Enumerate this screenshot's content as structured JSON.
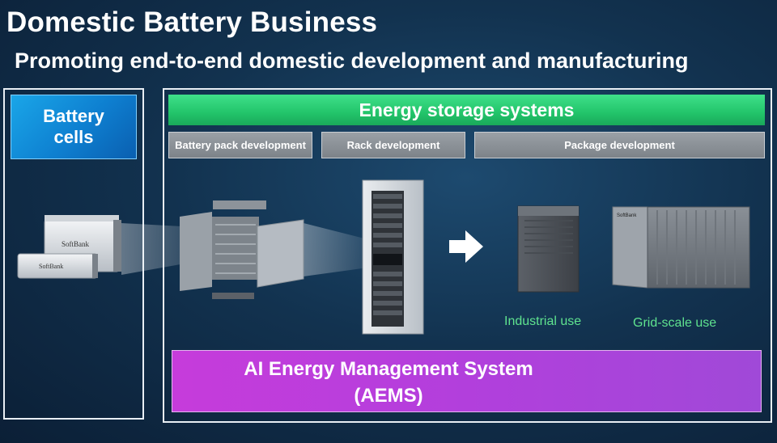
{
  "header": {
    "title": "Domestic Battery Business",
    "subtitle": "Promoting end-to-end domestic development and manufacturing"
  },
  "left_panel": {
    "label_line1": "Battery",
    "label_line2": "cells",
    "cell_brand": "SoftBank"
  },
  "right_panel": {
    "banner": "Energy storage systems",
    "stages": [
      {
        "label": "Battery pack development"
      },
      {
        "label": "Rack development"
      },
      {
        "label": "Package development"
      }
    ],
    "captions": {
      "industrial": "Industrial use",
      "grid": "Grid-scale use"
    },
    "product_brand": "SoftBank"
  },
  "aems": {
    "line1": "AI Energy Management System",
    "line2": "(AEMS)"
  },
  "colors": {
    "cells_box": "#1aa6e8",
    "ess_bar": "#22c46a",
    "stage": "#8a9096",
    "caption": "#5fe38f",
    "aems": "#b23fdc"
  }
}
